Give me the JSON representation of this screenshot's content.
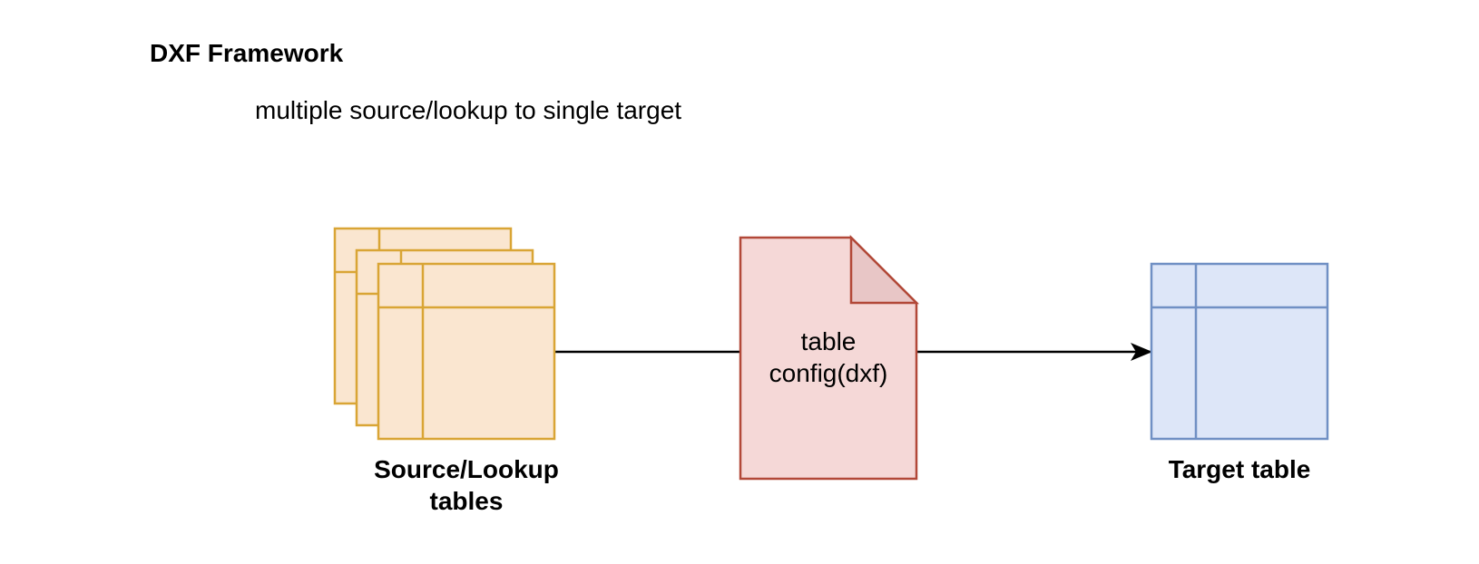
{
  "title": "DXF Framework",
  "subtitle": "multiple source/lookup to single target",
  "nodes": {
    "source": {
      "label_line1": "Source/Lookup",
      "label_line2": "tables",
      "fill": "#fae6d0",
      "stroke": "#d9a535"
    },
    "config": {
      "text_line1": "table",
      "text_line2": "config(dxf)",
      "fill": "#f5d8d7",
      "fold_fill": "#e8c6c6",
      "stroke": "#b24838"
    },
    "target": {
      "label": "Target table",
      "fill": "#dde6f8",
      "stroke": "#7090c4"
    }
  },
  "edges": [
    {
      "from": "source",
      "to": "config",
      "arrow": false
    },
    {
      "from": "config",
      "to": "target",
      "arrow": true
    }
  ]
}
